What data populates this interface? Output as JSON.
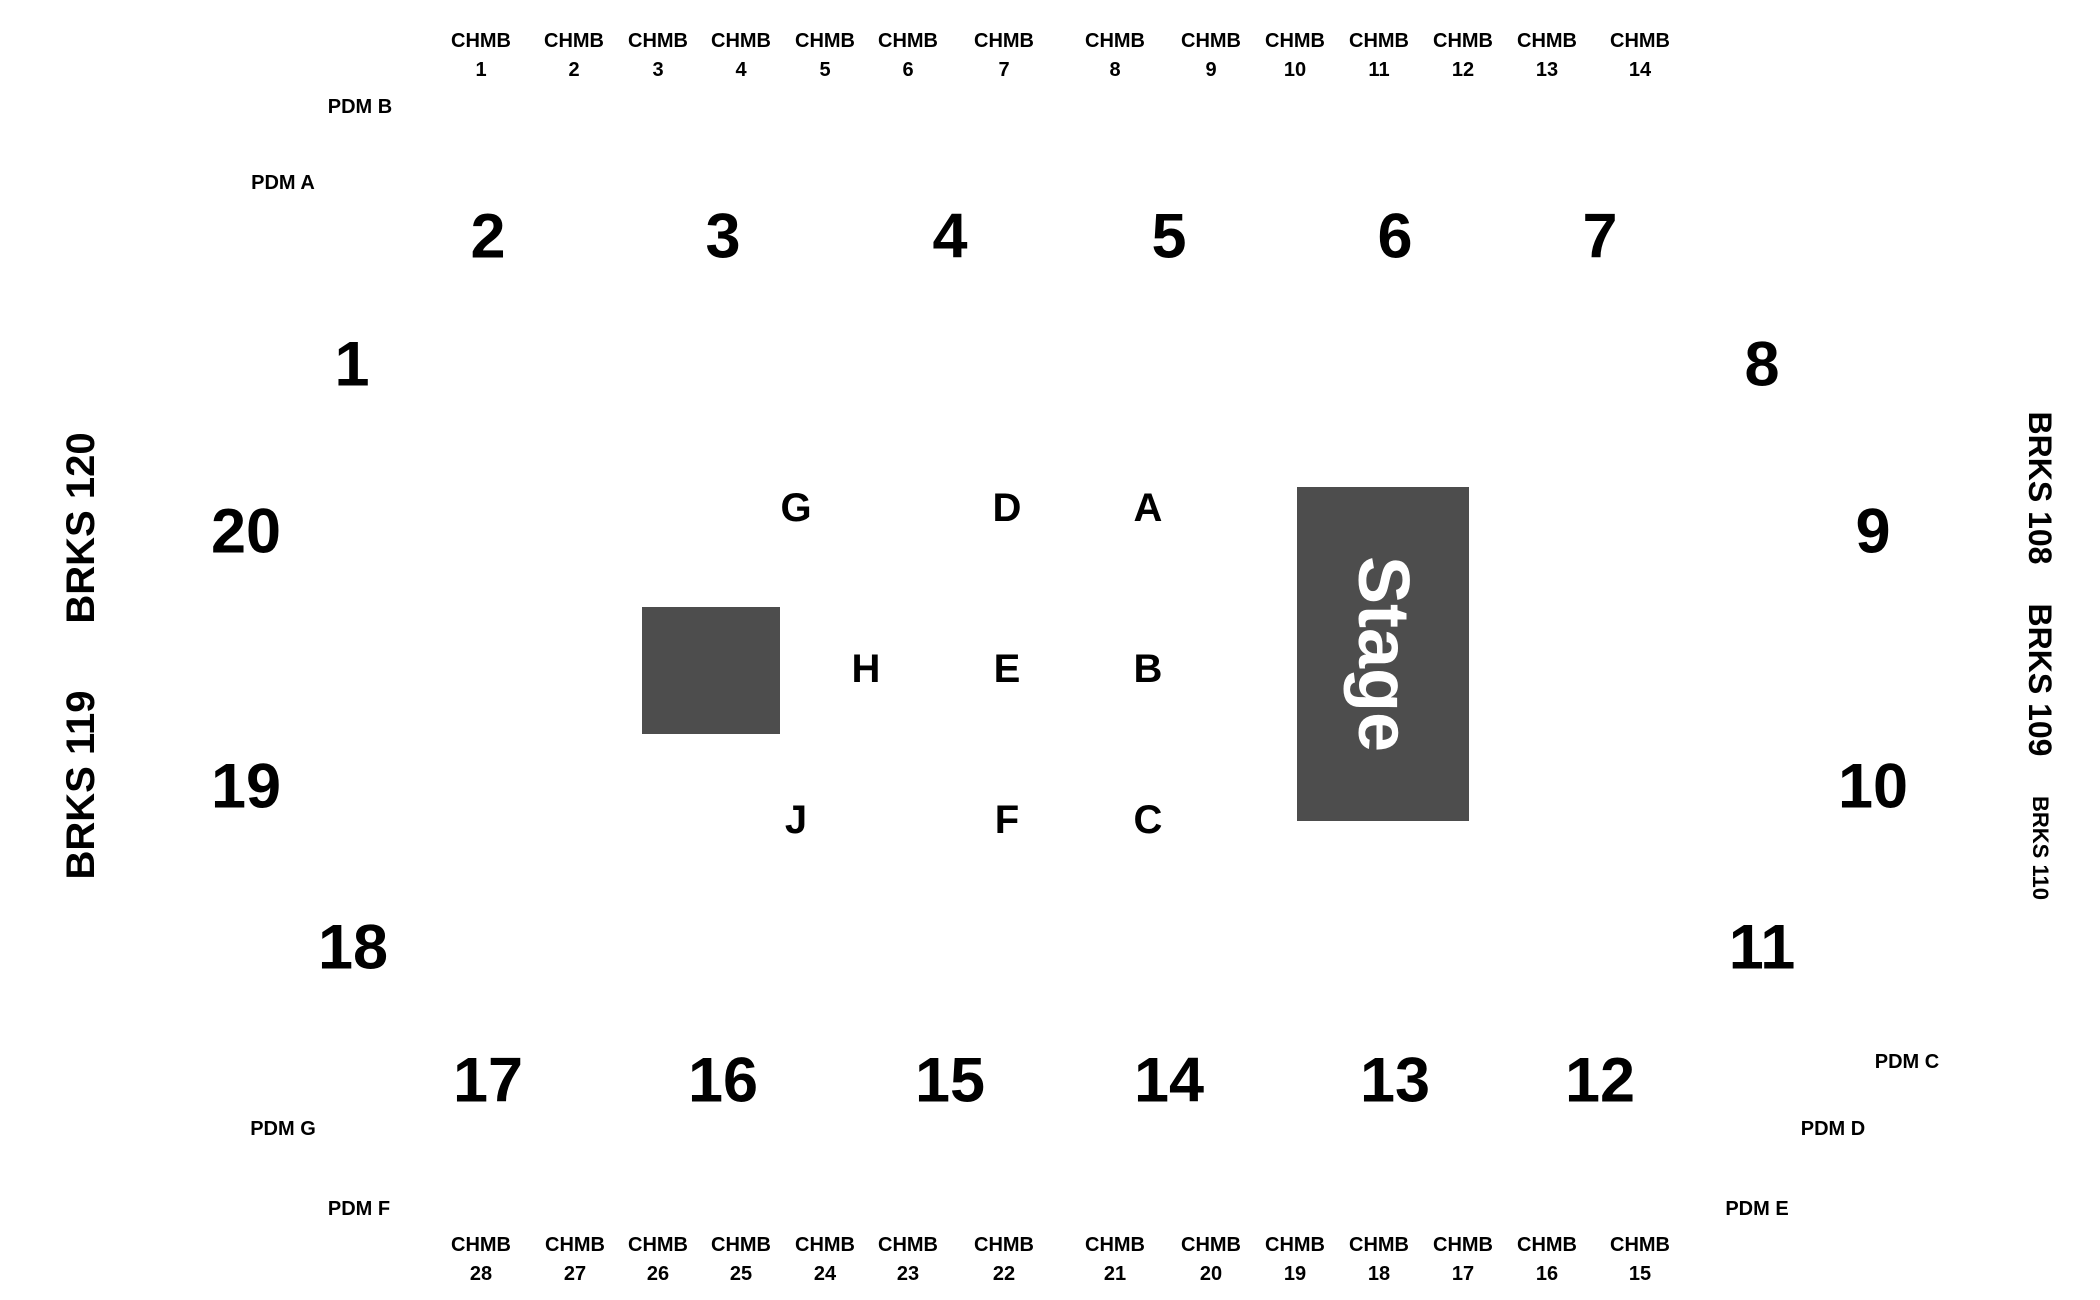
{
  "chambers_top": [
    {
      "l1": "CHMB",
      "l2": "1"
    },
    {
      "l1": "CHMB",
      "l2": "2"
    },
    {
      "l1": "CHMB",
      "l2": "3"
    },
    {
      "l1": "CHMB",
      "l2": "4"
    },
    {
      "l1": "CHMB",
      "l2": "5"
    },
    {
      "l1": "CHMB",
      "l2": "6"
    },
    {
      "l1": "CHMB",
      "l2": "7"
    },
    {
      "l1": "CHMB",
      "l2": "8"
    },
    {
      "l1": "CHMB",
      "l2": "9"
    },
    {
      "l1": "CHMB",
      "l2": "10"
    },
    {
      "l1": "CHMB",
      "l2": "11"
    },
    {
      "l1": "CHMB",
      "l2": "12"
    },
    {
      "l1": "CHMB",
      "l2": "13"
    },
    {
      "l1": "CHMB",
      "l2": "14"
    }
  ],
  "chambers_bottom": [
    {
      "l1": "CHMB",
      "l2": "28"
    },
    {
      "l1": "CHMB",
      "l2": "27"
    },
    {
      "l1": "CHMB",
      "l2": "26"
    },
    {
      "l1": "CHMB",
      "l2": "25"
    },
    {
      "l1": "CHMB",
      "l2": "24"
    },
    {
      "l1": "CHMB",
      "l2": "23"
    },
    {
      "l1": "CHMB",
      "l2": "22"
    },
    {
      "l1": "CHMB",
      "l2": "21"
    },
    {
      "l1": "CHMB",
      "l2": "20"
    },
    {
      "l1": "CHMB",
      "l2": "19"
    },
    {
      "l1": "CHMB",
      "l2": "18"
    },
    {
      "l1": "CHMB",
      "l2": "17"
    },
    {
      "l1": "CHMB",
      "l2": "16"
    },
    {
      "l1": "CHMB",
      "l2": "15"
    }
  ],
  "pdm": [
    "PDM A",
    "PDM B",
    "PDM C",
    "PDM D",
    "PDM E",
    "PDM F",
    "PDM G"
  ],
  "sections": [
    "1",
    "2",
    "3",
    "4",
    "5",
    "6",
    "7",
    "8",
    "9",
    "10",
    "11",
    "12",
    "13",
    "14",
    "15",
    "16",
    "17",
    "18",
    "19",
    "20"
  ],
  "floor": [
    "A",
    "B",
    "C",
    "D",
    "E",
    "F",
    "G",
    "H",
    "J"
  ],
  "brks": [
    "BRKS 120",
    "BRKS 119",
    "BRKS 108",
    "BRKS 109",
    "BRKS 110"
  ],
  "stage_label": "Stage",
  "colors": {
    "block": "#4d4d4d",
    "background": "#ffffff",
    "text": "#000000",
    "stage_text": "#ffffff"
  }
}
